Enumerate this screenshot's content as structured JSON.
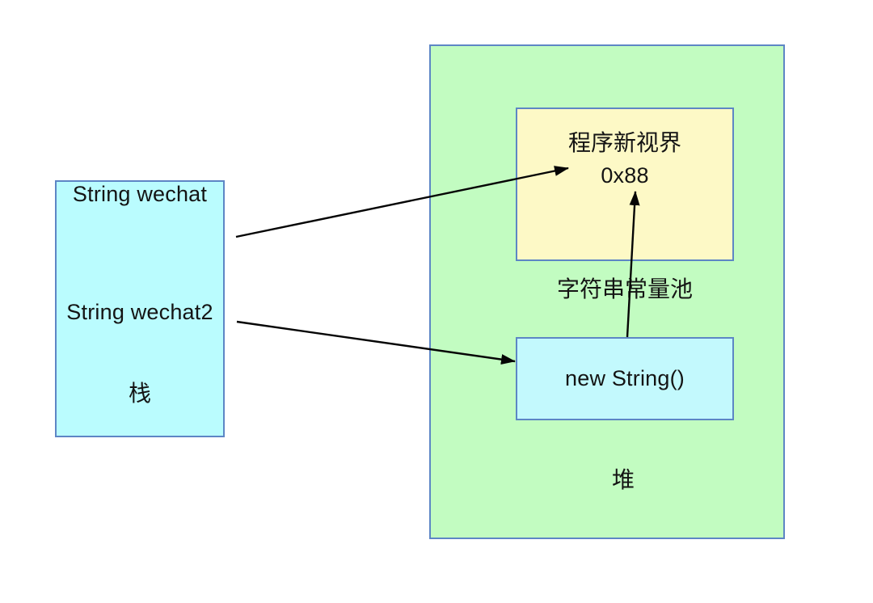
{
  "diagram": {
    "title_hint": "Java String memory diagram",
    "stack": {
      "var1": "String wechat",
      "var2": "String wechat2",
      "label": "栈"
    },
    "heap": {
      "label": "堆",
      "pool_label": "字符串常量池",
      "pool_item": {
        "line1": "程序新视界",
        "line2": "0x88"
      },
      "new_string_label": "new String()"
    },
    "arrows": [
      {
        "name": "wechat-to-pool-item",
        "from": "String wechat",
        "to": "程序新视界 0x88"
      },
      {
        "name": "wechat2-to-new-string",
        "from": "String wechat2",
        "to": "new String()"
      },
      {
        "name": "new-string-to-pool-item",
        "from": "new String()",
        "to": "程序新视界 0x88"
      }
    ],
    "colors": {
      "stack_fill": "#bafcfe",
      "heap_fill": "#c2fcc1",
      "pool_item_fill": "#fdf9c6",
      "new_string_fill": "#c3f9fd",
      "border": "#5d86c5",
      "arrow": "#050505",
      "text": "#141414",
      "background": "#ffffff"
    }
  }
}
